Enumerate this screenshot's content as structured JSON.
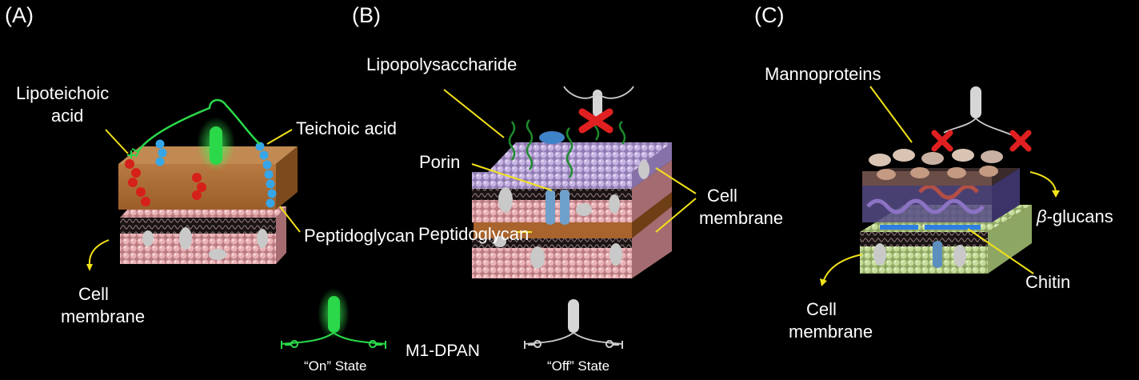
{
  "panels": {
    "a": {
      "tag": "(A)",
      "lipoteichoic_line1": "Lipoteichoic",
      "lipoteichoic_line2": "acid",
      "teichoic": "Teichoic acid",
      "peptidoglycan": "Peptidoglycan",
      "membrane_line1": "Cell",
      "membrane_line2": "membrane"
    },
    "b": {
      "tag": "(B)",
      "lps": "Lipopolysaccharide",
      "porin": "Porin",
      "peptidoglycan": "Peptidoglycan",
      "membrane_line1": "Cell",
      "membrane_line2": "membrane"
    },
    "c": {
      "tag": "(C)",
      "mannoproteins": "Mannoproteins",
      "glucan_symbol": "β",
      "glucan_text": "-glucans",
      "chitin": "Chitin",
      "membrane_line1": "Cell",
      "membrane_line2": "membrane"
    }
  },
  "legend": {
    "probe_name": "M1-DPAN",
    "on_state": "“On” State",
    "off_state": "“Off” State"
  },
  "colors": {
    "background": "#000000",
    "leader_line": "#f2e21a",
    "peptidoglycan": "#a8642c",
    "membrane_head_pink": "#e2a3a8",
    "outer_membrane_purple": "#b9a5d8",
    "yeast_membrane_green": "#b9d38e",
    "probe_on_green": "#2bd84a",
    "probe_off_grey": "#d6d6d6",
    "inhibit_x_red": "#e02020",
    "lta_red": "#d6201a",
    "teichoic_blue": "#36a6e8"
  }
}
